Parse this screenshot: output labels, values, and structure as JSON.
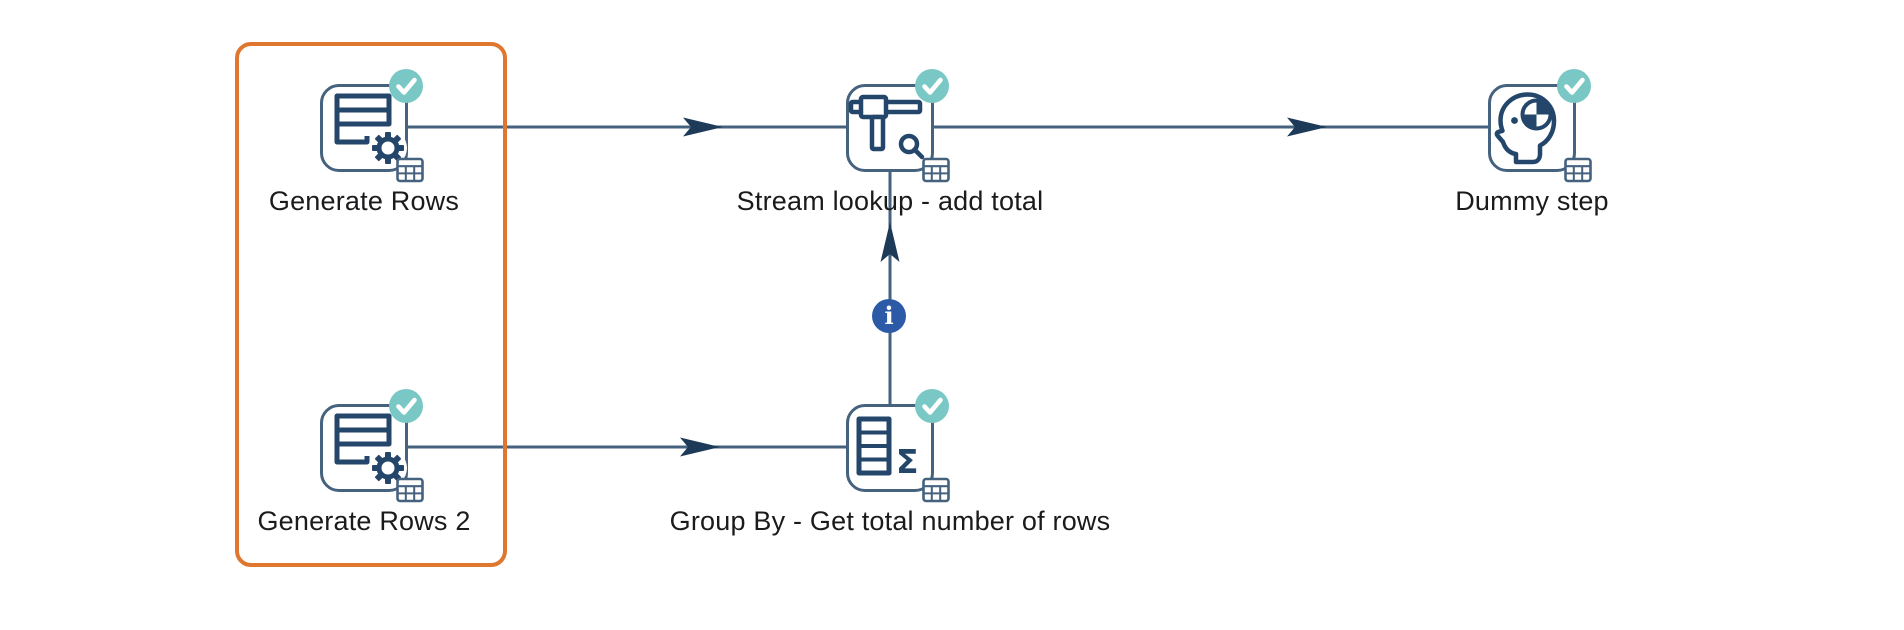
{
  "app": {
    "view": "transformation-canvas",
    "canvas_background": "#ffffff"
  },
  "colors": {
    "hop_line": "#45627E",
    "arrowhead": "#1D3A58",
    "icon_stroke": "#45627E",
    "glyph_navy": "#24466B",
    "success_teal": "#7AC8C5",
    "info_blue": "#2C5AA6",
    "selection_orange": "#E0772E",
    "label_text": "#1B1B1D"
  },
  "steps": [
    {
      "id": "generate-rows",
      "label": "Generate Rows",
      "status": "success"
    },
    {
      "id": "stream-lookup",
      "label": "Stream lookup - add total",
      "status": "success"
    },
    {
      "id": "dummy-step",
      "label": "Dummy step",
      "status": "success"
    },
    {
      "id": "generate-rows-2",
      "label": "Generate Rows 2",
      "status": "success"
    },
    {
      "id": "group-by",
      "label": "Group By - Get total number of rows",
      "status": "success"
    }
  ],
  "hops": [
    {
      "from": "Generate Rows",
      "to": "Stream lookup - add total",
      "kind": "data"
    },
    {
      "from": "Stream lookup - add total",
      "to": "Dummy step",
      "kind": "data"
    },
    {
      "from": "Generate Rows 2",
      "to": "Group By - Get total number of rows",
      "kind": "data"
    },
    {
      "from": "Group By - Get total number of rows",
      "to": "Stream lookup - add total",
      "kind": "info"
    }
  ],
  "selection": {
    "selected_steps": [
      "Generate Rows",
      "Generate Rows 2"
    ]
  },
  "badges": {
    "info_glyph": "i"
  }
}
